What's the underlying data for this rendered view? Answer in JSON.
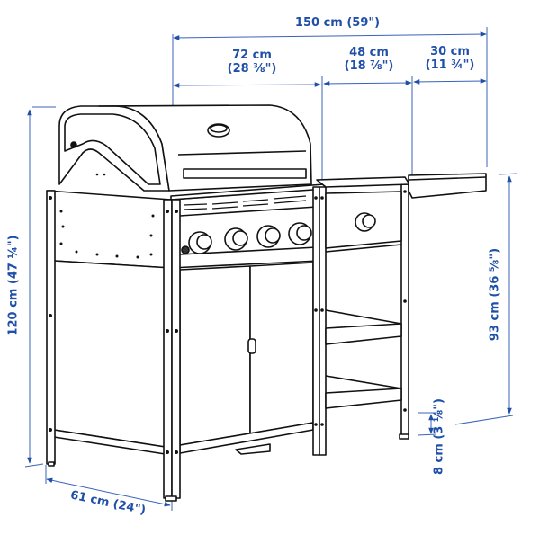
{
  "diagram": {
    "subject": "outdoor gas grill cabinet with side shelf",
    "dimension_color": "#1f4fa8",
    "line_color": "#111111",
    "burner_knob_count": 4,
    "side_burner_knob_count": 1,
    "dimensions": {
      "total_width": {
        "cm": "150 cm",
        "inch": "(59\")",
        "label": "150 cm (59\")"
      },
      "grill_width": {
        "cm": "72 cm",
        "inch": "(28 ⅜\")"
      },
      "middle_width": {
        "cm": "48 cm",
        "inch": "(18 ⅞\")"
      },
      "shelf_width": {
        "cm": "30 cm",
        "inch": "(11 ¾\")"
      },
      "total_height": {
        "label": "120 cm (47 ¼\")"
      },
      "counter_height": {
        "label": "93 cm (36 ⅝\")"
      },
      "bottom_clearance": {
        "label": "8 cm (3 ⅛\")"
      },
      "depth": {
        "label": "61 cm (24\")"
      }
    }
  }
}
